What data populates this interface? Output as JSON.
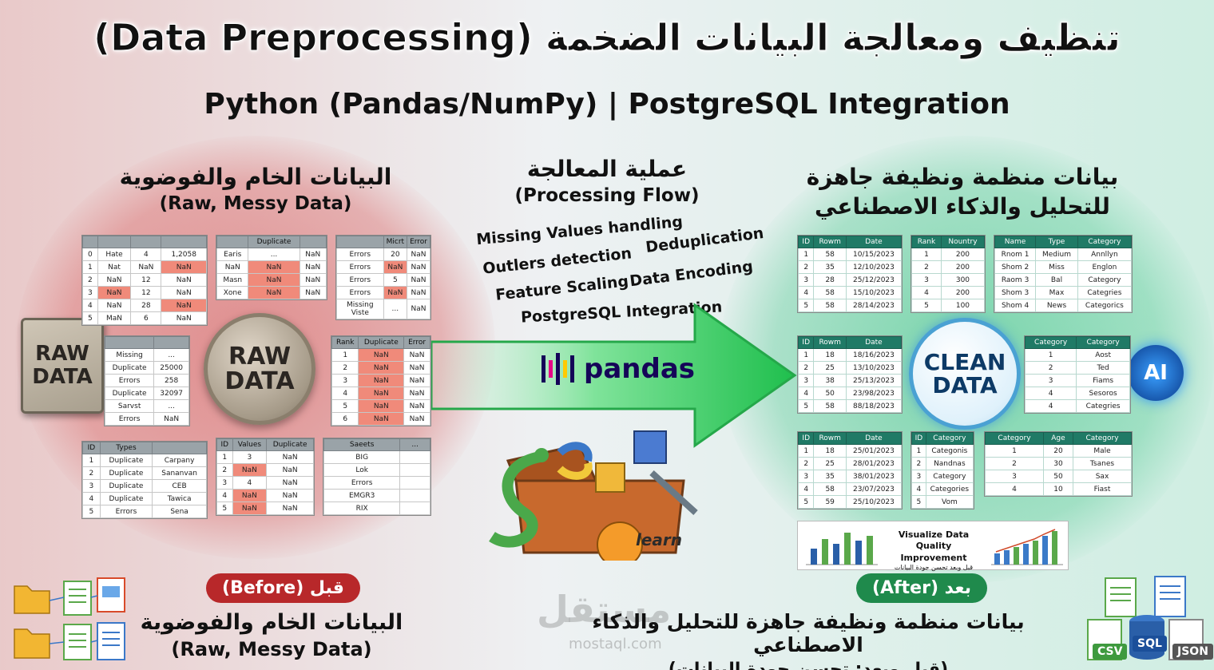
{
  "title": "تنظيف ومعالجة البيانات الضخمة (Data Preprocessing)",
  "subtitle": "Python (Pandas/NumPy) | PostgreSQL Integration",
  "left_section": {
    "heading_ar": "البيانات الخام والفوضوية",
    "heading_en": "(Raw, Messy Data)"
  },
  "middle_section": {
    "heading_ar": "عملية المعالجة",
    "heading_en": "(Processing Flow)"
  },
  "right_section": {
    "heading_ar_line1": "بيانات منظمة ونظيفة جاهزة",
    "heading_ar_line2": "للتحليل والذكاء الاصطناعي"
  },
  "flow_steps": [
    "Missing Values handling",
    "Outlers detection",
    "Deduplication",
    "Feature Scaling",
    "Data Encoding",
    "PostgreSQL Integration"
  ],
  "raw_doc_label": "RAW DATA",
  "raw_circle_label": "RAW DATA",
  "clean_circle_label": "CLEAN DATA",
  "ai_label": "AI",
  "pandas_label": "pandas",
  "learn_label": "learn",
  "before_pill": "قبل (Before)",
  "after_pill": "بعد (After)",
  "bottom_left": {
    "ar": "البيانات الخام والفوضوية",
    "en": "(Raw, Messy Data)"
  },
  "bottom_right": {
    "ar": "بيانات منظمة ونظيفة جاهزة للتحليل والذكاء الاصطناعي",
    "note": "(قبل وبعد: تحسن جودة البيانات)"
  },
  "viz_card": {
    "line1": "Visualize Data",
    "line2": "Quality Improvement",
    "line3": "قبل وبعد تحسن جودة البيانات"
  },
  "watermark": {
    "ar": "مستقل",
    "en": "mostaql.com"
  },
  "file_formats": [
    "CSV",
    "SQL",
    "JSON"
  ],
  "colors": {
    "before": "#b8282a",
    "after": "#1f8a4c",
    "clean_header": "#207a66",
    "raw_header": "#9aa3a8"
  },
  "raw_tables": {
    "t1": {
      "headers": [
        "",
        "",
        "",
        ""
      ],
      "rows": [
        [
          "0",
          "Hate",
          "4",
          "1,2058"
        ],
        [
          "1",
          "Nat",
          "NaN",
          "NaN"
        ],
        [
          "2",
          "NaN",
          "12",
          "NaN"
        ],
        [
          "3",
          "NaN",
          "12",
          "NaN"
        ],
        [
          "4",
          "NaN",
          "28",
          "NaN"
        ],
        [
          "5",
          "MaN",
          "6",
          "NaN"
        ]
      ]
    },
    "t2": {
      "headers": [
        "",
        "Duplicate",
        ""
      ],
      "rows": [
        [
          "Earis",
          "...",
          "NaN"
        ],
        [
          "NaN",
          "NaN",
          "NaN"
        ],
        [
          "Masn",
          "NaN",
          "NaN"
        ],
        [
          "Xone",
          "NaN",
          "NaN"
        ]
      ]
    },
    "t3": {
      "headers": [
        "",
        "Micrt",
        "Error"
      ],
      "rows": [
        [
          "Errors",
          "20",
          "NaN"
        ],
        [
          "Errors",
          "NaN",
          "NaN"
        ],
        [
          "Errors",
          "5",
          "NaN"
        ],
        [
          "Errors",
          "NaN",
          "NaN"
        ],
        [
          "Missing Viste",
          "...",
          "NaN"
        ]
      ]
    },
    "t4": {
      "headers": [
        "",
        ""
      ],
      "rows": [
        [
          "Missing",
          "..."
        ],
        [
          "Duplicate",
          "25000"
        ],
        [
          "Errors",
          "258"
        ],
        [
          "Duplicate",
          "32097"
        ],
        [
          "Sarvst",
          "..."
        ],
        [
          "Errors",
          "NaN"
        ]
      ]
    },
    "t5": {
      "headers": [
        "Rank",
        "Duplicate",
        "Error"
      ],
      "rows": [
        [
          "1",
          "NaN",
          "NaN"
        ],
        [
          "2",
          "NaN",
          "NaN"
        ],
        [
          "3",
          "NaN",
          "NaN"
        ],
        [
          "4",
          "NaN",
          "NaN"
        ],
        [
          "5",
          "NaN",
          "NaN"
        ],
        [
          "6",
          "NaN",
          "NaN"
        ]
      ]
    },
    "t6": {
      "headers": [
        "ID",
        "Types"
      ],
      "rows": [
        [
          "1",
          "Duplicate",
          "Carpany"
        ],
        [
          "2",
          "Duplicate",
          "Sananvan"
        ],
        [
          "3",
          "Duplicate",
          "CEB"
        ],
        [
          "4",
          "Duplicate",
          "Tawica"
        ],
        [
          "5",
          "Errors",
          "Sena"
        ]
      ]
    },
    "t7": {
      "headers": [
        "ID",
        "Values",
        "Duplicate"
      ],
      "rows": [
        [
          "1",
          "3",
          "NaN"
        ],
        [
          "2",
          "NaN",
          "NaN"
        ],
        [
          "3",
          "4",
          "NaN"
        ],
        [
          "4",
          "NaN",
          "NaN"
        ],
        [
          "5",
          "NaN",
          "NaN"
        ]
      ]
    },
    "t8": {
      "headers": [
        "Saeets",
        "..."
      ],
      "rows": [
        [
          "BIG",
          ""
        ],
        [
          "Lok",
          ""
        ],
        [
          "Errors",
          ""
        ],
        [
          "EMGR3",
          ""
        ],
        [
          "RIX",
          ""
        ]
      ]
    }
  },
  "clean_tables": {
    "c1": {
      "headers": [
        "ID",
        "Rowm",
        "Date"
      ],
      "rows": [
        [
          "1",
          "58",
          "10/15/2023"
        ],
        [
          "2",
          "35",
          "12/10/2023"
        ],
        [
          "3",
          "28",
          "25/12/2023"
        ],
        [
          "4",
          "58",
          "15/10/2023"
        ],
        [
          "5",
          "58",
          "28/14/2023"
        ]
      ]
    },
    "c2": {
      "headers": [
        "Rank",
        "Nountry"
      ],
      "rows": [
        [
          "1",
          "200"
        ],
        [
          "2",
          "200"
        ],
        [
          "3",
          "300"
        ],
        [
          "4",
          "200"
        ],
        [
          "5",
          "100"
        ]
      ]
    },
    "c3": {
      "headers": [
        "Name",
        "Type",
        "Category"
      ],
      "rows": [
        [
          "Rnom 1",
          "Medium",
          "Annllyn"
        ],
        [
          "Shom 2",
          "Miss",
          "Englon"
        ],
        [
          "Raom 3",
          "Bal",
          "Category"
        ],
        [
          "Shom 3",
          "Max",
          "Categries"
        ],
        [
          "Shom 4",
          "News",
          "Categorics"
        ]
      ]
    },
    "c4": {
      "headers": [
        "ID",
        "Rowm",
        "Date"
      ],
      "rows": [
        [
          "1",
          "18",
          "18/16/2023"
        ],
        [
          "2",
          "25",
          "13/10/2023"
        ],
        [
          "3",
          "38",
          "25/13/2023"
        ],
        [
          "4",
          "50",
          "23/98/2023"
        ],
        [
          "5",
          "58",
          "88/18/2023"
        ]
      ]
    },
    "c5": {
      "headers": [
        "Category",
        "Category"
      ],
      "rows": [
        [
          "1",
          "Aost"
        ],
        [
          "2",
          "Ted"
        ],
        [
          "3",
          "Fiams"
        ],
        [
          "4",
          "Sesoros"
        ],
        [
          "4",
          "Categries"
        ]
      ]
    },
    "c6": {
      "headers": [
        "ID",
        "Rowm",
        "Date"
      ],
      "rows": [
        [
          "1",
          "18",
          "25/01/2023"
        ],
        [
          "2",
          "25",
          "28/01/2023"
        ],
        [
          "3",
          "35",
          "38/01/2023"
        ],
        [
          "4",
          "58",
          "23/07/2023"
        ],
        [
          "5",
          "59",
          "25/10/2023"
        ]
      ]
    },
    "c7": {
      "headers": [
        "ID",
        "Category"
      ],
      "rows": [
        [
          "1",
          "Categonis"
        ],
        [
          "2",
          "Nandnas"
        ],
        [
          "3",
          "Category"
        ],
        [
          "4",
          "Categories"
        ],
        [
          "5",
          "Vom"
        ]
      ]
    },
    "c8": {
      "headers": [
        "Category",
        "Age",
        "Category"
      ],
      "rows": [
        [
          "1",
          "20",
          "Male"
        ],
        [
          "2",
          "30",
          "Tsanes"
        ],
        [
          "3",
          "50",
          "Sax"
        ],
        [
          "4",
          "10",
          "Fiast"
        ]
      ]
    }
  }
}
